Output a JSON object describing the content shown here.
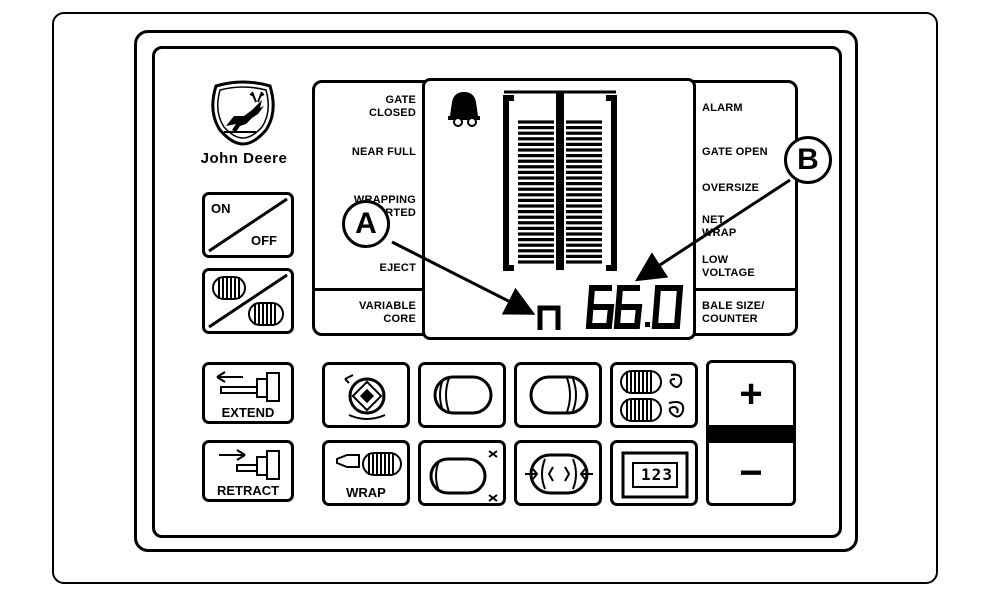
{
  "brand": {
    "name": "John Deere"
  },
  "left_labels": {
    "gate_closed": [
      "GATE",
      "CLOSED"
    ],
    "near_full": "NEAR FULL",
    "wrapping_started": [
      "WRAPPING",
      "STARTED"
    ],
    "eject": "EJECT",
    "variable_core": [
      "VARIABLE",
      "CORE"
    ]
  },
  "right_labels": {
    "alarm": "ALARM",
    "gate_open": "GATE OPEN",
    "oversize": "OVERSIZE",
    "net_wrap": [
      "NET",
      "WRAP"
    ],
    "low_voltage": [
      "LOW",
      "VOLTAGE"
    ],
    "bale_size_counter": [
      "BALE SIZE/",
      "COUNTER"
    ]
  },
  "display": {
    "mode_char": "n",
    "value": "66.0",
    "bale_gauge_fill": 0.85
  },
  "buttons": {
    "on_off": {
      "on": "ON",
      "off": "OFF"
    },
    "extend": "EXTEND",
    "retract": "RETRACT",
    "wrap": "WRAP",
    "plus": "+",
    "minus": "−",
    "counter_icon_text": "123"
  },
  "callouts": {
    "a": "A",
    "b": "B"
  },
  "icons": [
    "deer-logo-icon",
    "bell-bale-icon",
    "on-off-switch-icon",
    "bale-change-icon",
    "extend-cylinder-icon",
    "retract-cylinder-icon",
    "wrap-roller-icon",
    "bale-core-icon",
    "bale-soft-core-icon",
    "bale-hard-icon",
    "bale-density-icon",
    "bale-size-adjust-icon",
    "bale-compress-icon",
    "counter-icon"
  ]
}
